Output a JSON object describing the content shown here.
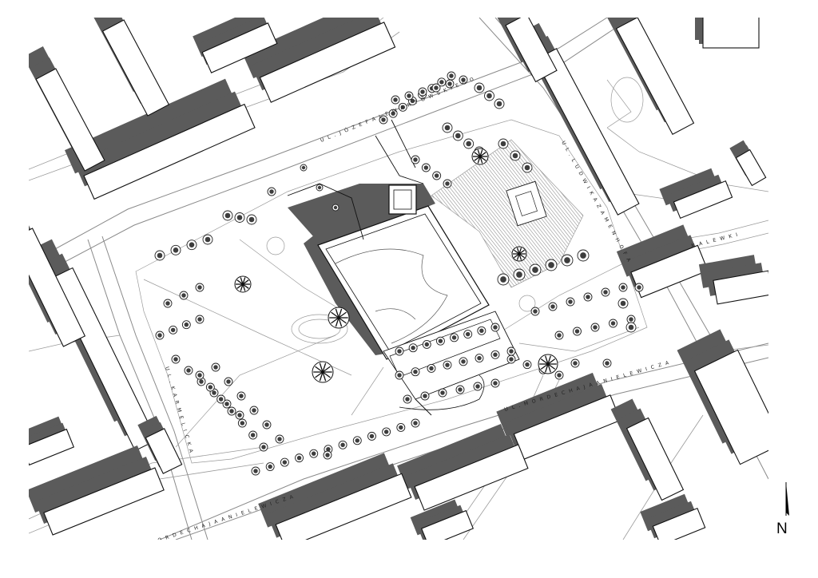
{
  "map": {
    "streets": {
      "lewartowskiego": "U L . J Ó Z E F A   L E W A R T O W S K I E G O",
      "zamenhofa": "U L . L U D W I K A   Z A M E N H O F A",
      "nalewki": "N A L E W K I",
      "karmelicka": "U L . K A R M E L I C K A",
      "anielewicza_upper": "U L . M O R D E C H A J A   A N I E L E W I C Z A",
      "anielewicza_lower": "U L . M O R D E C H A J A   A N I E L E W I C Z A"
    },
    "north_label": "N",
    "colors": {
      "shadow": "#5b5b5b",
      "line": "#222222",
      "background": "#ffffff"
    }
  }
}
